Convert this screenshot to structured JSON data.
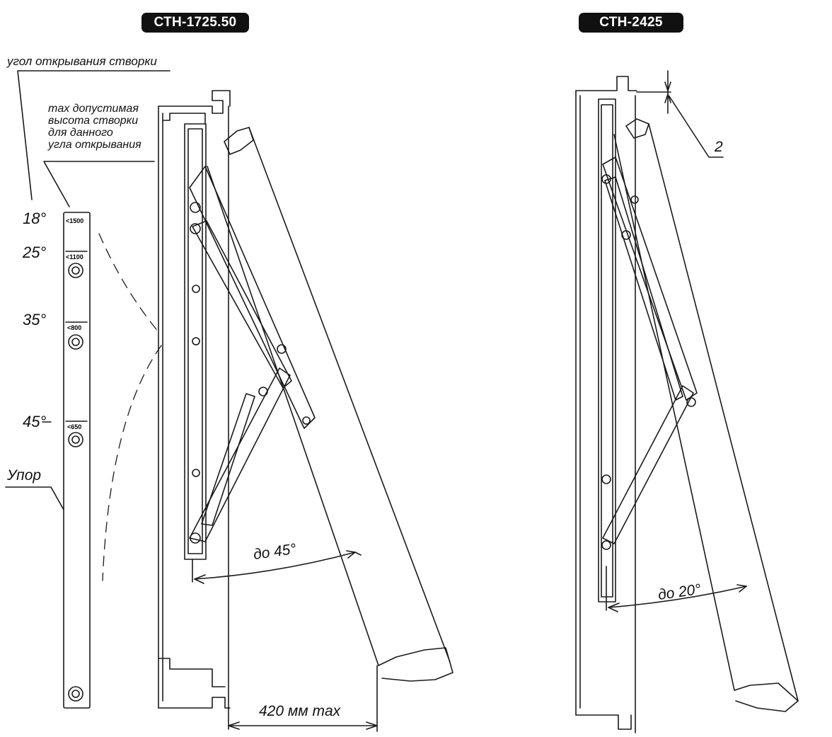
{
  "models": {
    "left": "СТН-1725.50",
    "right": "СТН-2425"
  },
  "labels": {
    "opening_angle": "угол открывания створки",
    "max_height": "max допустимая\nвысота створки\nдля данного\nугла открывания",
    "stop": "Упор",
    "left_angle": "до 45°",
    "right_angle": "до 20°",
    "width_max": "420 мм max",
    "gap": "2"
  },
  "stop_positions": [
    {
      "angle": "18°",
      "height": "<1500"
    },
    {
      "angle": "25°",
      "height": "<1100"
    },
    {
      "angle": "35°",
      "height": "<800"
    },
    {
      "angle": "45°",
      "height": "<650"
    }
  ],
  "colors": {
    "line": "#1a1a1a",
    "badge": "#111111"
  }
}
